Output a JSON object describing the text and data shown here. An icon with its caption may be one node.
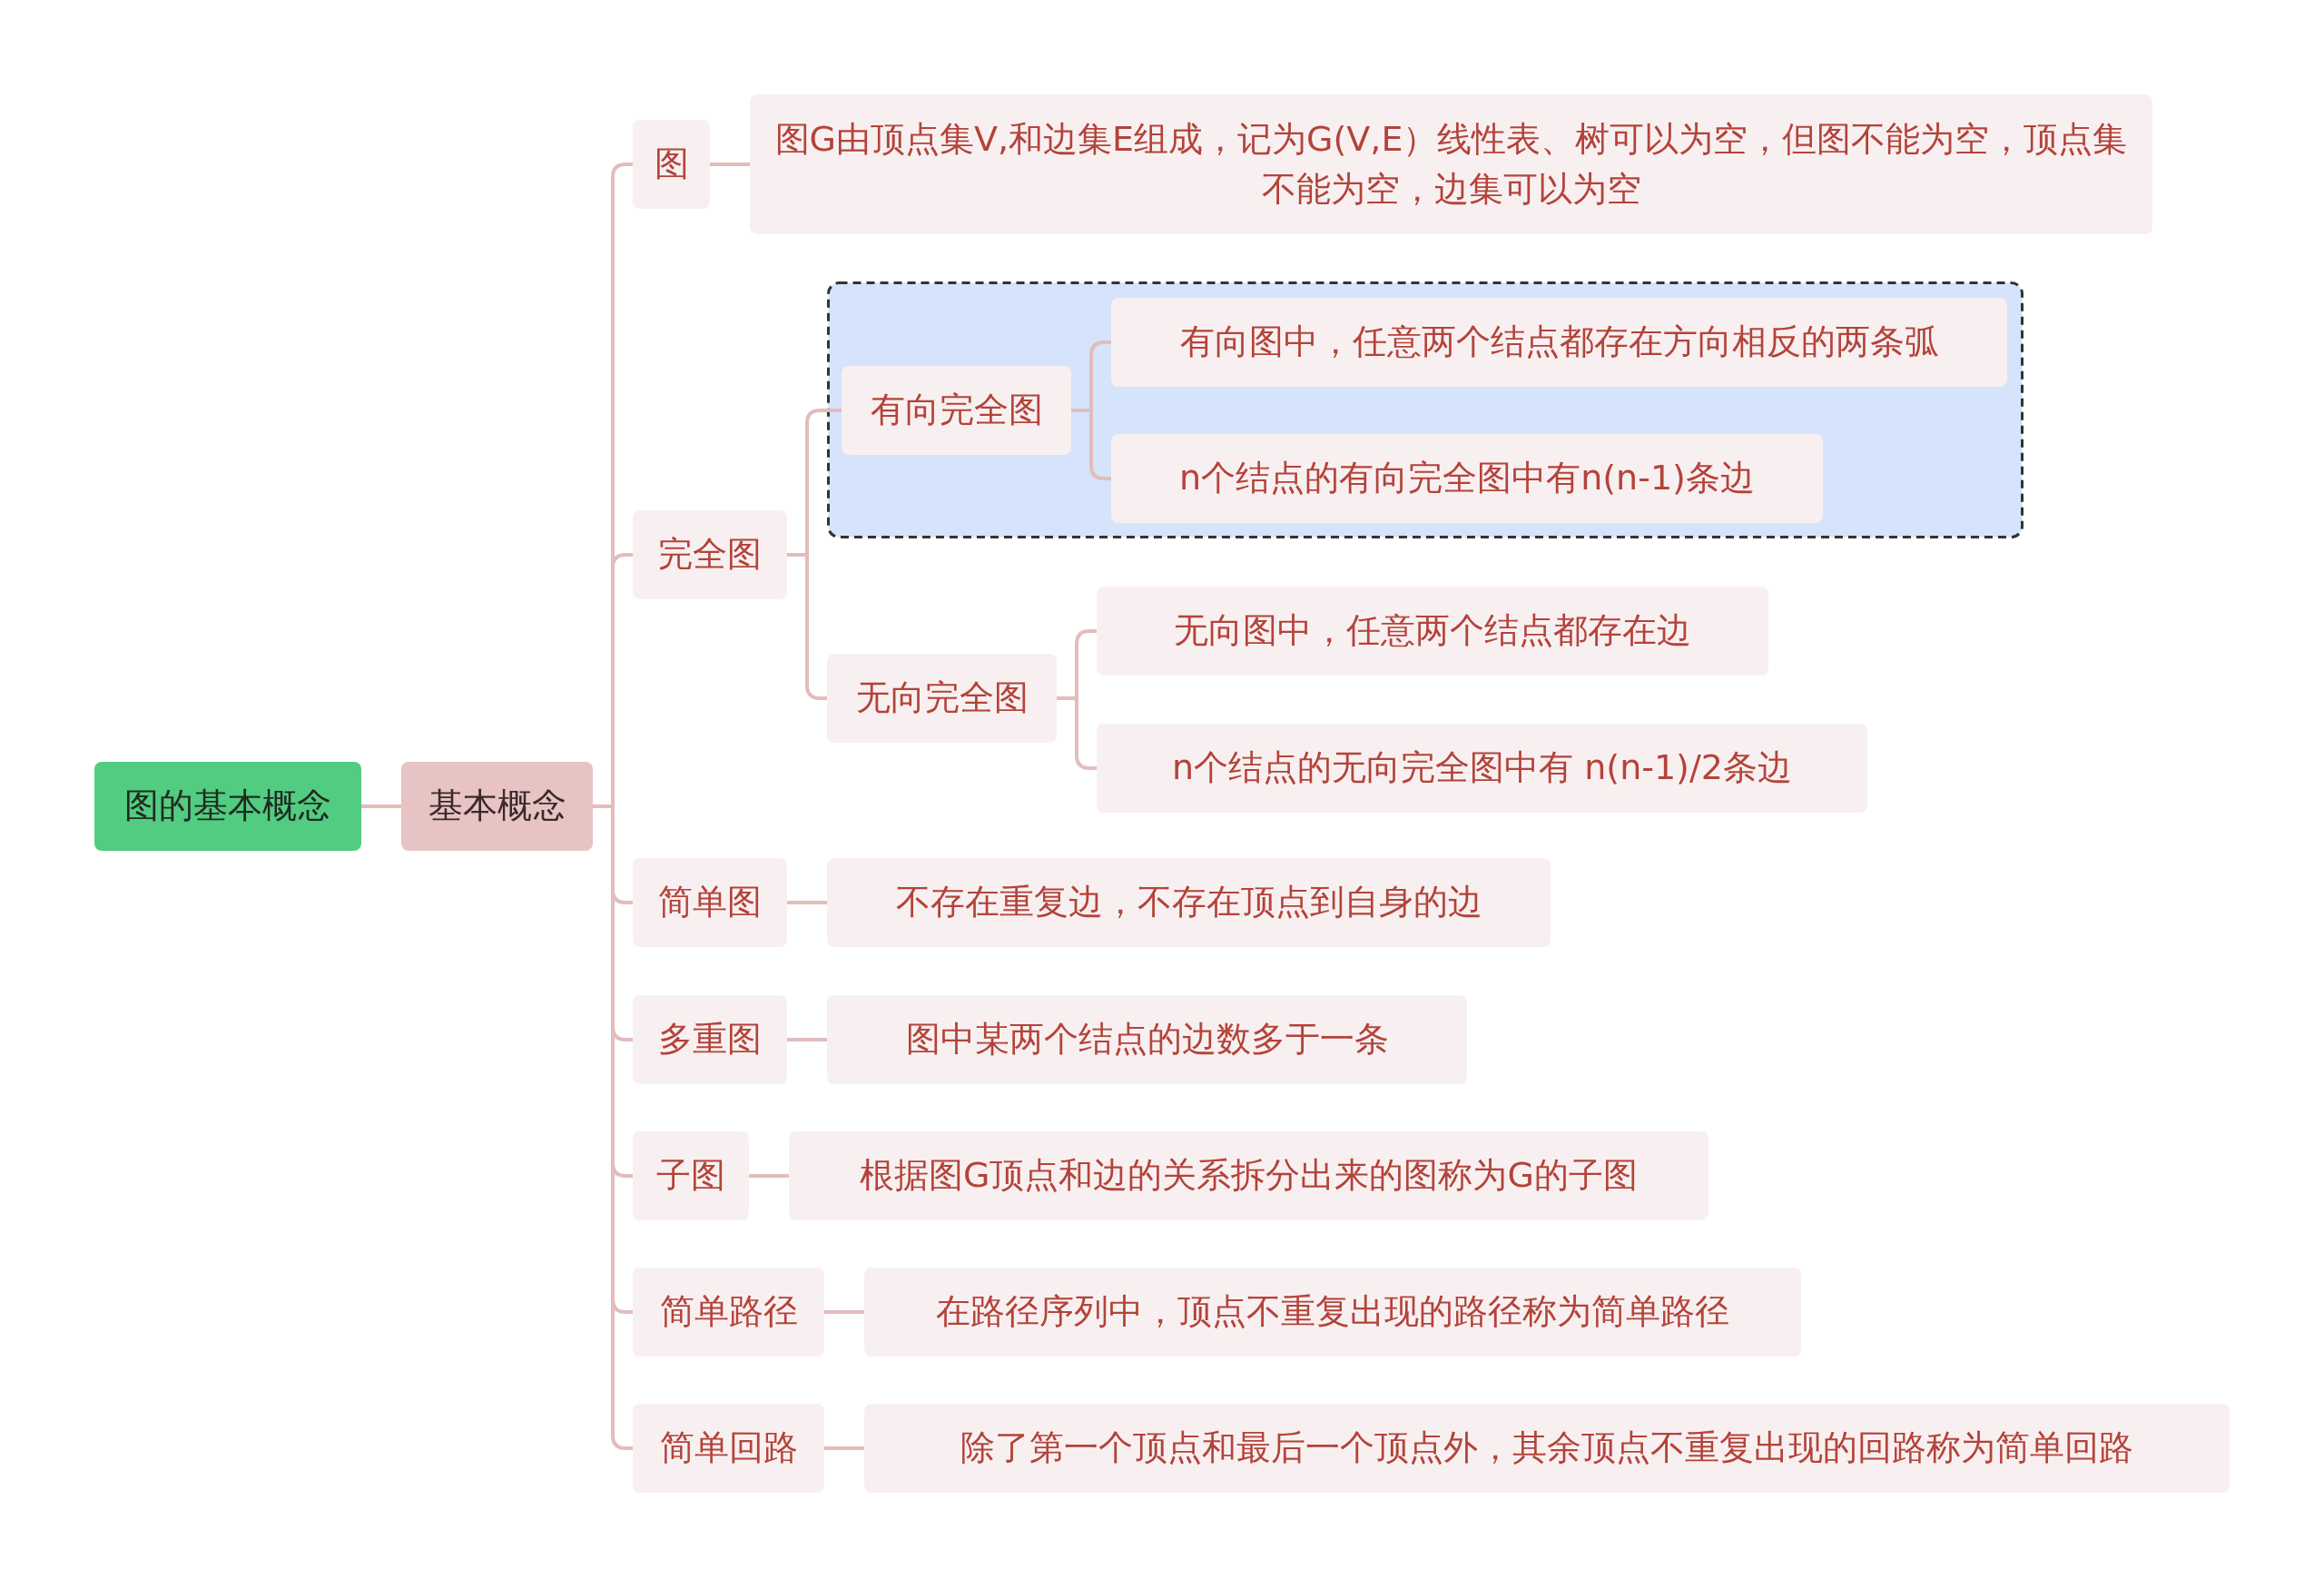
{
  "diagram": {
    "nodes": [
      {
        "text": [
          "图的基本概念"
        ]
      },
      {
        "text": [
          "基本概念"
        ]
      },
      {
        "text": [
          "图"
        ]
      },
      {
        "text": [
          "图G由顶点集V,和边集E组成，记为G(V,E）线性表、树可以为空，但图不能为空，顶点集不能为空，边集可以为空"
        ]
      },
      {
        "text": [
          "完全图"
        ]
      },
      {
        "text": [],
        "shape": "box"
      },
      {
        "text": [
          "有向完全图"
        ],
        "in": 5
      },
      {
        "text": [
          "有向图中，任意两个结点都存在方向相反的两条弧"
        ],
        "in": 5
      },
      {
        "text": [
          "n个结点的有向完全图中有n(n-1)条边"
        ],
        "in": 5
      },
      {
        "text": [
          "无向完全图"
        ]
      },
      {
        "text": [
          "无向图中，任意两个结点都存在边"
        ]
      },
      {
        "text": [
          "n个结点的无向完全图中有 n(n-1)/2条边"
        ]
      },
      {
        "text": [
          "简单图"
        ]
      },
      {
        "text": [
          "不存在重复边，不存在顶点到自身的边"
        ]
      },
      {
        "text": [
          "多重图"
        ]
      },
      {
        "text": [
          "图中某两个结点的边数多于一条"
        ]
      },
      {
        "text": [
          "子图"
        ]
      },
      {
        "text": [
          "根据图G顶点和边的关系拆分出来的图称为G的子图"
        ]
      },
      {
        "text": [
          "简单路径"
        ]
      },
      {
        "text": [
          "在路径序列中，顶点不重复出现的路径称为简单路径"
        ]
      },
      {
        "text": [
          "简单回路"
        ]
      },
      {
        "text": [
          "除了第一个顶点和最后一个顶点外，其余顶点不重复出现的回路称为简单回路"
        ]
      }
    ],
    "edges": [
      {
        "from": 0,
        "to": 1,
        "arrow": "none"
      },
      {
        "from": 1,
        "to": 2,
        "arrow": "none"
      },
      {
        "from": 2,
        "to": 3,
        "arrow": "none"
      },
      {
        "from": 1,
        "to": 4,
        "arrow": "none"
      },
      {
        "from": 4,
        "to": 6,
        "arrow": "none"
      },
      {
        "from": 6,
        "to": 7,
        "arrow": "none"
      },
      {
        "from": 6,
        "to": 8,
        "arrow": "none"
      },
      {
        "from": 4,
        "to": 9,
        "arrow": "none"
      },
      {
        "from": 9,
        "to": 10,
        "arrow": "none"
      },
      {
        "from": 9,
        "to": 11,
        "arrow": "none"
      },
      {
        "from": 1,
        "to": 12,
        "arrow": "none"
      },
      {
        "from": 12,
        "to": 13,
        "arrow": "none"
      },
      {
        "from": 1,
        "to": 14,
        "arrow": "none"
      },
      {
        "from": 14,
        "to": 15,
        "arrow": "none"
      },
      {
        "from": 1,
        "to": 16,
        "arrow": "none"
      },
      {
        "from": 16,
        "to": 17,
        "arrow": "none"
      },
      {
        "from": 1,
        "to": 18,
        "arrow": "none"
      },
      {
        "from": 18,
        "to": 19,
        "arrow": "none"
      },
      {
        "from": 1,
        "to": 20,
        "arrow": "none"
      },
      {
        "from": 20,
        "to": 21,
        "arrow": "none"
      }
    ]
  }
}
